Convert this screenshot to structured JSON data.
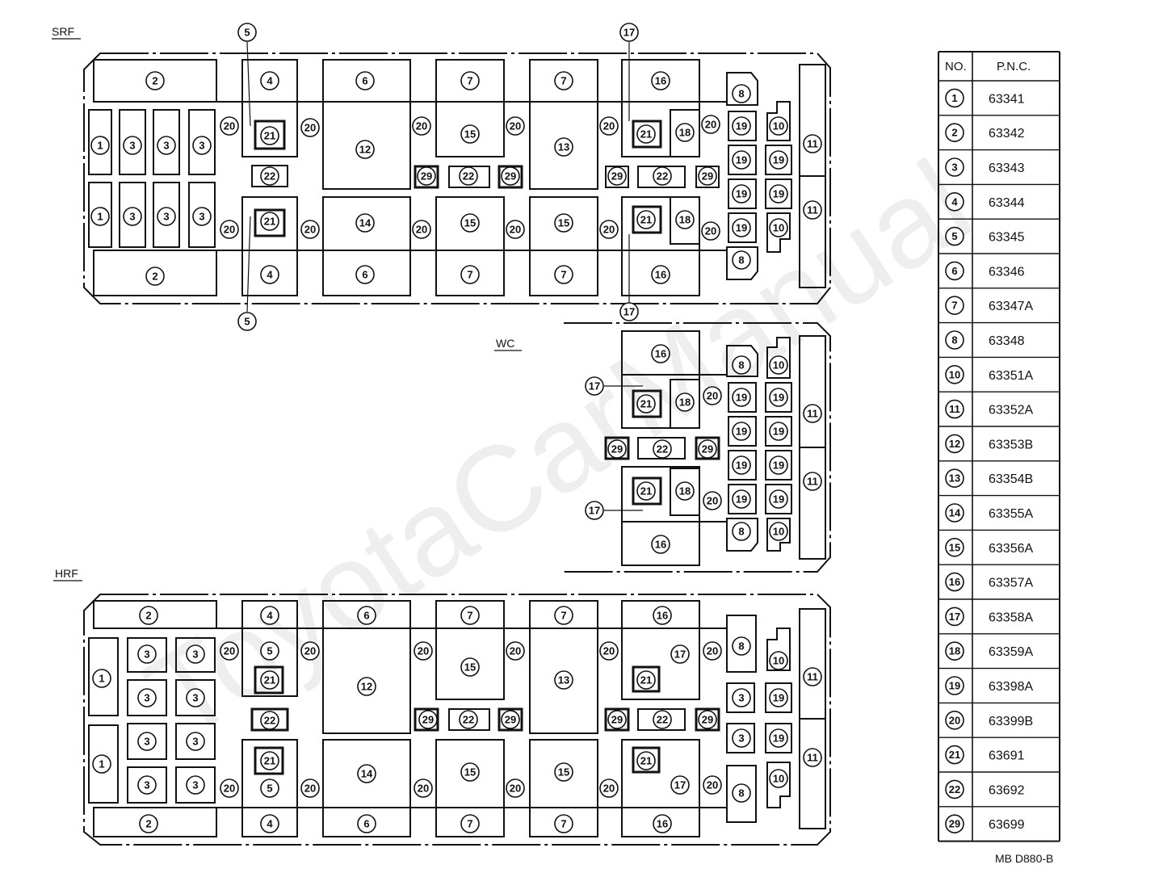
{
  "diagram": {
    "labels": {
      "srf": "SRF",
      "wc": "WC",
      "hrf": "HRF",
      "code": "MB D880-B",
      "watermark": "ToyotaCarManual"
    }
  },
  "parts_table": {
    "headers": [
      "NO.",
      "P.N.C."
    ],
    "rows": [
      {
        "no": "1",
        "pnc": "63341"
      },
      {
        "no": "2",
        "pnc": "63342"
      },
      {
        "no": "3",
        "pnc": "63343"
      },
      {
        "no": "4",
        "pnc": "63344"
      },
      {
        "no": "5",
        "pnc": "63345"
      },
      {
        "no": "6",
        "pnc": "63346"
      },
      {
        "no": "7",
        "pnc": "63347A"
      },
      {
        "no": "8",
        "pnc": "63348"
      },
      {
        "no": "10",
        "pnc": "63351A"
      },
      {
        "no": "11",
        "pnc": "63352A"
      },
      {
        "no": "12",
        "pnc": "63353B"
      },
      {
        "no": "13",
        "pnc": "63354B"
      },
      {
        "no": "14",
        "pnc": "63355A"
      },
      {
        "no": "15",
        "pnc": "63356A"
      },
      {
        "no": "16",
        "pnc": "63357A"
      },
      {
        "no": "17",
        "pnc": "63358A"
      },
      {
        "no": "18",
        "pnc": "63359A"
      },
      {
        "no": "19",
        "pnc": "63398A"
      },
      {
        "no": "20",
        "pnc": "63399B"
      },
      {
        "no": "21",
        "pnc": "63691"
      },
      {
        "no": "22",
        "pnc": "63692"
      },
      {
        "no": "29",
        "pnc": "63699"
      }
    ]
  }
}
